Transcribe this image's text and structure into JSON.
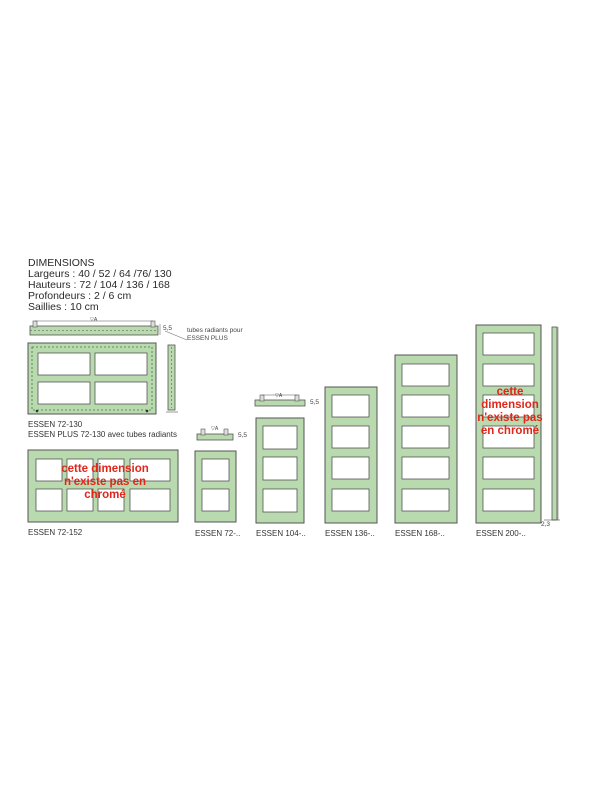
{
  "specs": {
    "title": "DIMENSIONS",
    "lines": [
      "Largeurs : 40 / 52 / 64 /76/ 130",
      "Hauteurs : 72 / 104 / 136 / 168",
      "Profondeurs : 2 / 6 cm",
      "Saillies : 10 cm"
    ]
  },
  "labels": {
    "essen_72_130": "ESSEN 72-130",
    "essen_plus": "ESSEN PLUS 72-130 avec tubes radiants",
    "tubes_note": "tubes radiants pour",
    "tubes_note2": "ESSEN PLUS",
    "essen_72_152": "ESSEN 72-152",
    "essen_72": "ESSEN 72-..",
    "essen_104": "ESSEN 104-..",
    "essen_136": "ESSEN 136-..",
    "essen_168": "ESSEN 168-..",
    "essen_200": "ESSEN 200-.."
  },
  "dims": {
    "d55a": "5,5",
    "d55b": "5,5",
    "d55c": "5,5",
    "d23": "2,3"
  },
  "notes": {
    "left": "cette dimension n'existe pas en chromé",
    "right": "cette dimension n'existe pas en chromé"
  },
  "colors": {
    "frame": "#b9d9ae",
    "note": "#e0261b"
  }
}
